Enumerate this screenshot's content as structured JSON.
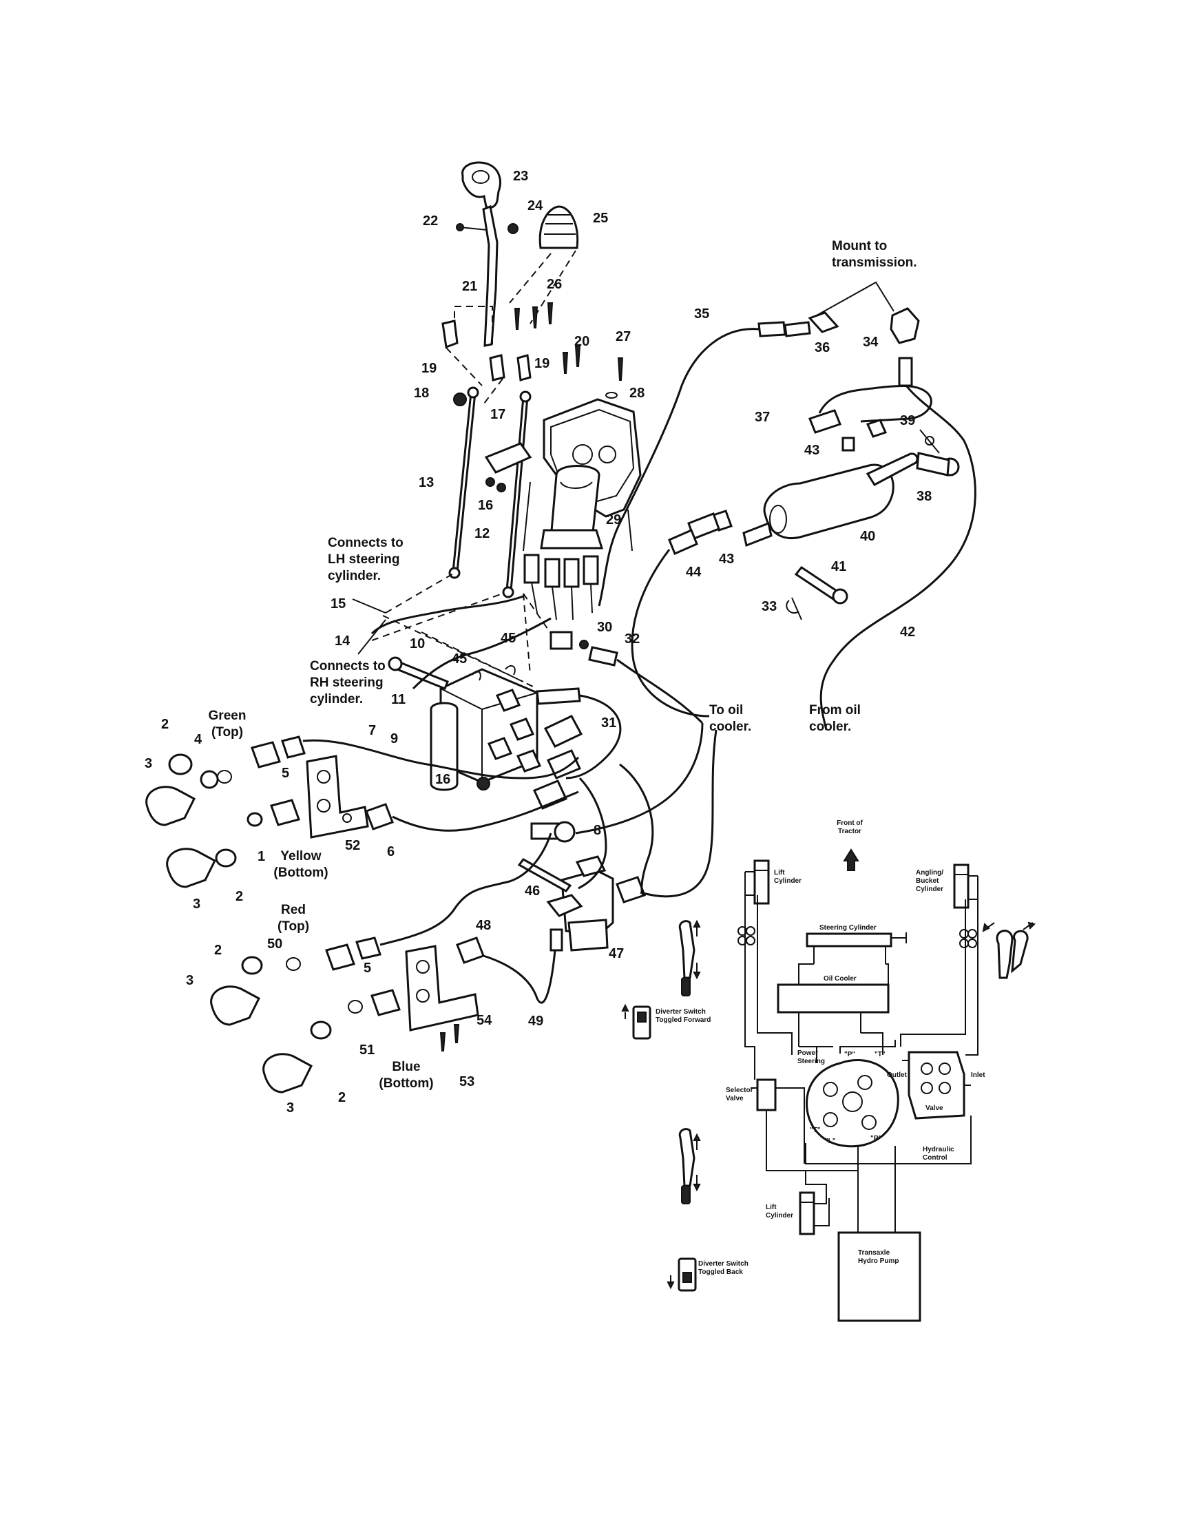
{
  "colors": {
    "ink": "#111111",
    "paper": "#ffffff"
  },
  "callouts": [
    {
      "id": "23",
      "text": "23"
    },
    {
      "id": "24",
      "text": "24"
    },
    {
      "id": "22",
      "text": "22"
    },
    {
      "id": "25",
      "text": "25"
    },
    {
      "id": "21",
      "text": "21"
    },
    {
      "id": "26",
      "text": "26"
    },
    {
      "id": "35",
      "text": "35"
    },
    {
      "id": "36",
      "text": "36"
    },
    {
      "id": "34",
      "text": "34"
    },
    {
      "id": "20",
      "text": "20"
    },
    {
      "id": "27",
      "text": "27"
    },
    {
      "id": "19a",
      "text": "19"
    },
    {
      "id": "19b",
      "text": "19"
    },
    {
      "id": "18",
      "text": "18"
    },
    {
      "id": "28",
      "text": "28"
    },
    {
      "id": "17",
      "text": "17"
    },
    {
      "id": "37",
      "text": "37"
    },
    {
      "id": "39",
      "text": "39"
    },
    {
      "id": "43a",
      "text": "43"
    },
    {
      "id": "13",
      "text": "13"
    },
    {
      "id": "16a",
      "text": "16"
    },
    {
      "id": "38",
      "text": "38"
    },
    {
      "id": "29",
      "text": "29"
    },
    {
      "id": "12",
      "text": "12"
    },
    {
      "id": "40",
      "text": "40"
    },
    {
      "id": "43b",
      "text": "43"
    },
    {
      "id": "44",
      "text": "44"
    },
    {
      "id": "41",
      "text": "41"
    },
    {
      "id": "33",
      "text": "33"
    },
    {
      "id": "15",
      "text": "15"
    },
    {
      "id": "30",
      "text": "30"
    },
    {
      "id": "14",
      "text": "14"
    },
    {
      "id": "42",
      "text": "42"
    },
    {
      "id": "32",
      "text": "32"
    },
    {
      "id": "10",
      "text": "10"
    },
    {
      "id": "45a",
      "text": "45"
    },
    {
      "id": "45b",
      "text": "45"
    },
    {
      "id": "11",
      "text": "11"
    },
    {
      "id": "31",
      "text": "31"
    },
    {
      "id": "2a",
      "text": "2"
    },
    {
      "id": "7",
      "text": "7"
    },
    {
      "id": "4",
      "text": "4"
    },
    {
      "id": "9",
      "text": "9"
    },
    {
      "id": "3a",
      "text": "3"
    },
    {
      "id": "5a",
      "text": "5"
    },
    {
      "id": "16b",
      "text": "16"
    },
    {
      "id": "8",
      "text": "8"
    },
    {
      "id": "52",
      "text": "52"
    },
    {
      "id": "6",
      "text": "6"
    },
    {
      "id": "1",
      "text": "1"
    },
    {
      "id": "46",
      "text": "46"
    },
    {
      "id": "3b",
      "text": "3"
    },
    {
      "id": "2b",
      "text": "2"
    },
    {
      "id": "48",
      "text": "48"
    },
    {
      "id": "47",
      "text": "47"
    },
    {
      "id": "50",
      "text": "50"
    },
    {
      "id": "2c",
      "text": "2"
    },
    {
      "id": "5b",
      "text": "5"
    },
    {
      "id": "3c",
      "text": "3"
    },
    {
      "id": "54",
      "text": "54"
    },
    {
      "id": "49",
      "text": "49"
    },
    {
      "id": "51",
      "text": "51"
    },
    {
      "id": "53",
      "text": "53"
    },
    {
      "id": "2d",
      "text": "2"
    },
    {
      "id": "3d",
      "text": "3"
    }
  ],
  "notes": {
    "mount": "Mount to transmission.",
    "lh": "Connects to LH steering cylinder.",
    "rh": "Connects to RH steering cylinder.",
    "to_cooler": "To oil cooler.",
    "from_cooler": "From oil cooler.",
    "green": "Green (Top)",
    "yellow": "Yellow (Bottom)",
    "red": "Red (Top)",
    "blue": "Blue (Bottom)"
  },
  "schematic": {
    "front": "Front of Tractor",
    "lift_top": "Lift Cylinder",
    "angling": "Angling/ Bucket Cylinder",
    "steering_cyl": "Steering Cylinder",
    "oil_cooler": "Oil Cooler",
    "power_steering": "Power Steering",
    "port_p": "\"P\"",
    "port_t_top": "\"T\"",
    "port_l": "\"L\"",
    "port_t_low": "\"T\"",
    "port_r": "\"R\"",
    "outlet": "Outlet",
    "inlet": "Inlet",
    "valve": "Valve",
    "selector": "Selector Valve",
    "hydraulic": "Hydraulic Control",
    "lift_bottom": "Lift Cylinder",
    "pump": "Transaxle Hydro Pump",
    "diverter_fwd": "Diverter Switch Toggled Forward",
    "diverter_back": "Diverter Switch Toggled Back"
  }
}
